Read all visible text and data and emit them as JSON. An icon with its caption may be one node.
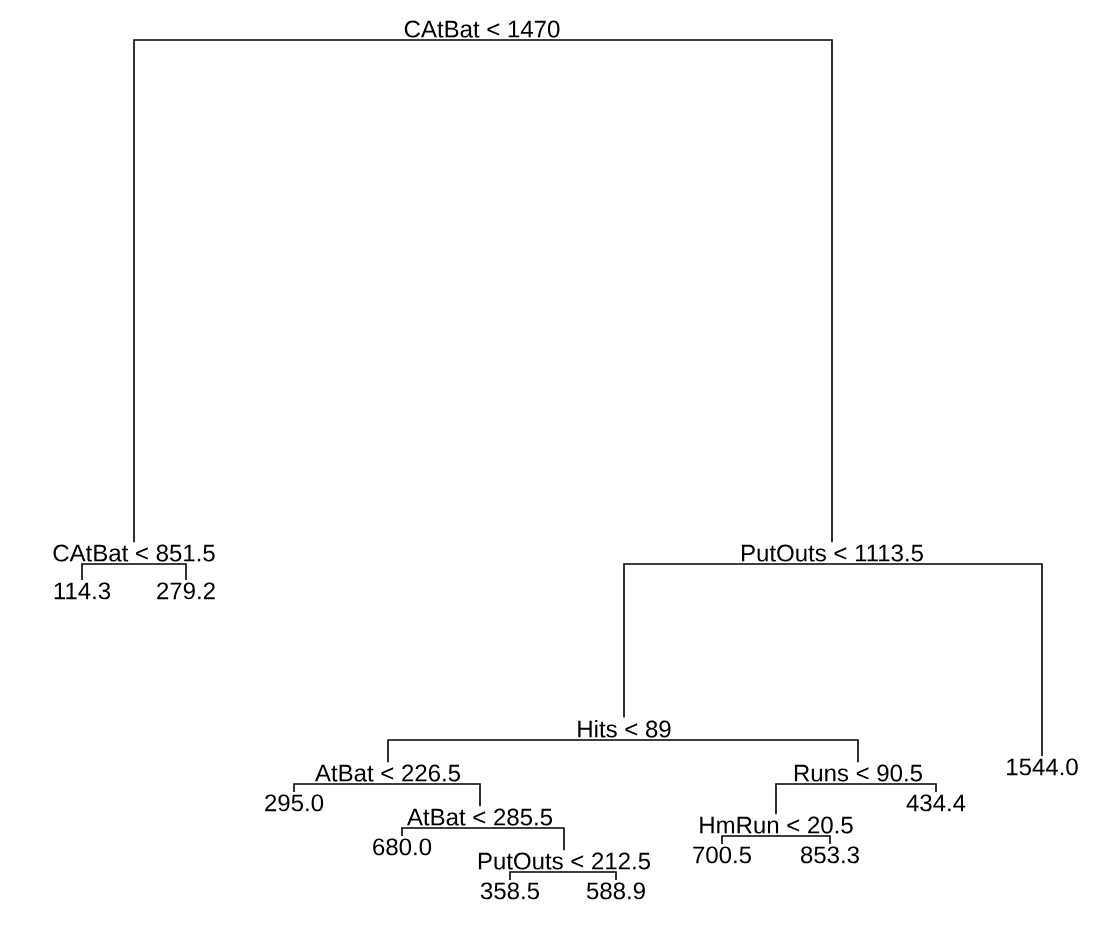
{
  "diagram": {
    "nodes": [
      {
        "text": [
          "CAtBat < 1470"
        ]
      },
      {
        "text": [
          "CAtBat < 851.5"
        ]
      },
      {
        "text": [
          "PutOuts < 1113.5"
        ]
      },
      {
        "text": [
          "114.3"
        ]
      },
      {
        "text": [
          "279.2"
        ]
      },
      {
        "text": [
          "Hits < 89"
        ]
      },
      {
        "text": [
          "1544.0"
        ]
      },
      {
        "text": [
          "AtBat < 226.5"
        ]
      },
      {
        "text": [
          "Runs < 90.5"
        ]
      },
      {
        "text": [
          "295.0"
        ]
      },
      {
        "text": [
          "AtBat < 285.5"
        ]
      },
      {
        "text": [
          "HmRun < 20.5"
        ]
      },
      {
        "text": [
          "434.4"
        ]
      },
      {
        "text": [
          "680.0"
        ]
      },
      {
        "text": [
          "PutOuts < 212.5"
        ]
      },
      {
        "text": [
          "700.5"
        ]
      },
      {
        "text": [
          "853.3"
        ]
      },
      {
        "text": [
          "358.5"
        ]
      },
      {
        "text": [
          "588.9"
        ]
      }
    ],
    "edges": [
      {
        "from": 0,
        "to": 1,
        "arrow": "none"
      },
      {
        "from": 0,
        "to": 2,
        "arrow": "none"
      },
      {
        "from": 1,
        "to": 3,
        "arrow": "none"
      },
      {
        "from": 1,
        "to": 4,
        "arrow": "none"
      },
      {
        "from": 2,
        "to": 5,
        "arrow": "none"
      },
      {
        "from": 2,
        "to": 6,
        "arrow": "none"
      },
      {
        "from": 5,
        "to": 7,
        "arrow": "none"
      },
      {
        "from": 5,
        "to": 8,
        "arrow": "none"
      },
      {
        "from": 7,
        "to": 9,
        "arrow": "none"
      },
      {
        "from": 7,
        "to": 10,
        "arrow": "none"
      },
      {
        "from": 8,
        "to": 11,
        "arrow": "none"
      },
      {
        "from": 8,
        "to": 12,
        "arrow": "none"
      },
      {
        "from": 10,
        "to": 13,
        "arrow": "none"
      },
      {
        "from": 10,
        "to": 14,
        "arrow": "none"
      },
      {
        "from": 11,
        "to": 15,
        "arrow": "none"
      },
      {
        "from": 11,
        "to": 16,
        "arrow": "none"
      },
      {
        "from": 14,
        "to": 17,
        "arrow": "none"
      },
      {
        "from": 14,
        "to": 18,
        "arrow": "none"
      }
    ]
  }
}
